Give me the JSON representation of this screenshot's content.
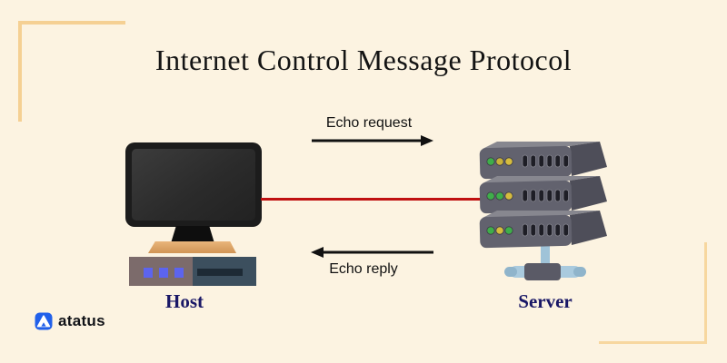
{
  "title": "Internet Control Message Protocol",
  "host": {
    "label": "Host"
  },
  "server": {
    "label": "Server",
    "units": [
      {
        "leds": [
          "#3fae4a",
          "#c9b23a",
          "#d6bc3e"
        ]
      },
      {
        "leds": [
          "#3fae4a",
          "#3fae4a",
          "#d6bc3e"
        ]
      },
      {
        "leds": [
          "#3fae4a",
          "#d6bc3e",
          "#3fae4a"
        ]
      }
    ]
  },
  "messages": {
    "request": "Echo request",
    "reply": "Echo reply"
  },
  "branding": {
    "name": "atatus"
  },
  "colors": {
    "background": "#fcf3e1",
    "bracket": "#f5d093",
    "connection_line": "#c01010",
    "arrow": "#111111",
    "node_label_text": "#191766",
    "logo_blue": "#2160ea",
    "monitor_bezel": "#1c1c1c",
    "monitor_base_tan": "#dca76a",
    "server_body": "#62626e"
  }
}
